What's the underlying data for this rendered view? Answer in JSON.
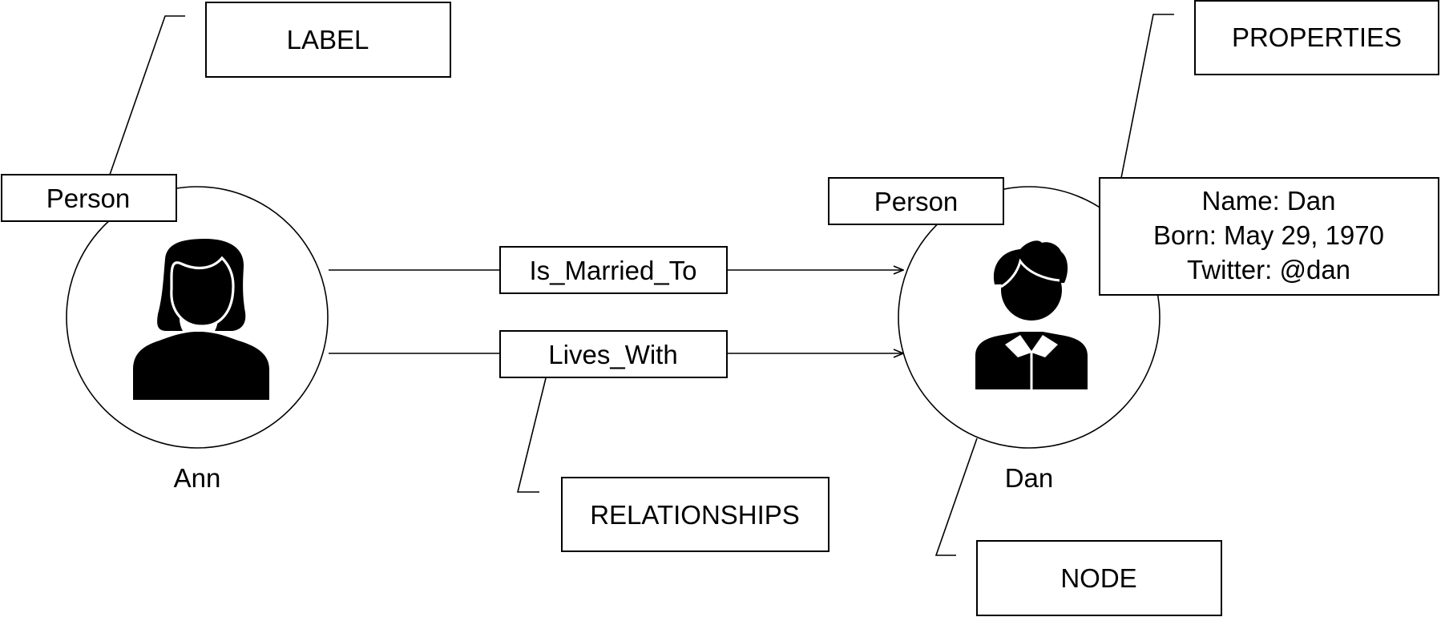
{
  "callouts": {
    "label": "LABEL",
    "properties": "PROPERTIES",
    "relationships": "RELATIONSHIPS",
    "node": "NODE"
  },
  "nodes": {
    "ann": {
      "label": "Person",
      "name": "Ann",
      "icon": "woman-person-icon"
    },
    "dan": {
      "label": "Person",
      "name": "Dan",
      "icon": "man-person-icon",
      "properties": [
        "Name: Dan",
        "Born: May 29, 1970",
        "Twitter: @dan"
      ]
    }
  },
  "relationships": [
    {
      "label": "Is_Married_To",
      "from": "Ann",
      "to": "Dan"
    },
    {
      "label": "Lives_With",
      "from": "Ann",
      "to": "Dan"
    }
  ]
}
